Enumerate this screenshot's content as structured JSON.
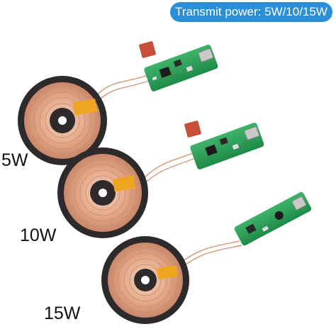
{
  "banner": {
    "text": "Transmit power: 5W/10/15W"
  },
  "modules": [
    {
      "label": "5W"
    },
    {
      "label": "10W"
    },
    {
      "label": "15W"
    }
  ]
}
